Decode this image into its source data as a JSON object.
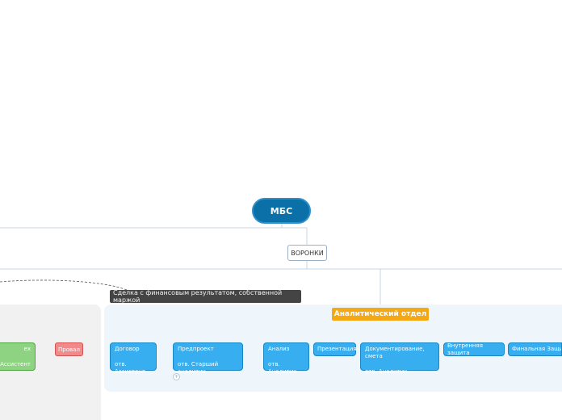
{
  "root": {
    "label": "МБС"
  },
  "funnels": {
    "label": "ВОРОНКИ"
  },
  "tooltip": {
    "text": "Сделка с финансовым результатом, собственной маржой"
  },
  "department": {
    "label": "Аналитический отдел"
  },
  "left_group": {
    "success": {
      "title": "ех",
      "owner": "ь. Ассистент"
    },
    "failure": {
      "label": "Провал"
    }
  },
  "stages": [
    {
      "title": "Договор",
      "owner": "отв. Ассистент"
    },
    {
      "title": "Предпроект",
      "owner": "отв. Старший аналитик"
    },
    {
      "title": "Анализ",
      "owner": "отв. Аналитик"
    },
    {
      "title": "Презентация",
      "owner": ""
    },
    {
      "title": "Документирование, смета",
      "owner": "отв. Аналитик"
    },
    {
      "title": "Внутренняя защита",
      "owner": ""
    },
    {
      "title": "Финальная Защита",
      "owner": ""
    }
  ],
  "colors": {
    "root": "#0b6fa8",
    "stage": "#37aef0",
    "success": "#8dd381",
    "failure": "#f08b8b",
    "department": "#f4a814",
    "tooltip": "#444444"
  },
  "icons": {
    "collapse": "plus-icon"
  }
}
